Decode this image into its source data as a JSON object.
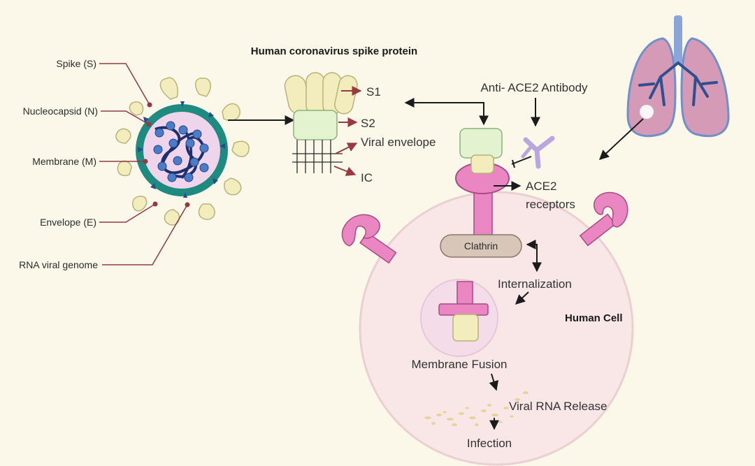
{
  "title": "Human coronavirus spike protein",
  "virus_labels": {
    "spike": "Spike (S)",
    "nucleocapsid": "Nucleocapsid (N)",
    "membrane": "Membrane (M)",
    "envelope": "Envelope (E)",
    "genome": "RNA viral genome"
  },
  "spike_parts": {
    "s1": "S1",
    "s2": "S2",
    "viral_envelope": "Viral envelope",
    "ic": "IC"
  },
  "antibody_label": "Anti- ACE2 Antibody",
  "receptor_label": [
    "ACE2",
    "receptors"
  ],
  "clathrin": "Clathrin",
  "internalization": "Internalization",
  "human_cell": "Human Cell",
  "membrane_fusion": "Membrane Fusion",
  "viral_rna_release": "Viral RNA Release",
  "infection": "Infection",
  "colors": {
    "background": "#fbf8ea",
    "virus_outer": "#1f8a80",
    "virus_inner": "#efd5ec",
    "spike_fill": "#f3ecbd",
    "s2_fill": "#e3f2cf",
    "receptor_pink": "#ea86c2",
    "cell_fill": "#f9e6e6",
    "clathrin": "#d8c7b8",
    "lung": "#d49ab6",
    "antibody": "#b8a6df",
    "pointer_line": "#8f3a46"
  }
}
